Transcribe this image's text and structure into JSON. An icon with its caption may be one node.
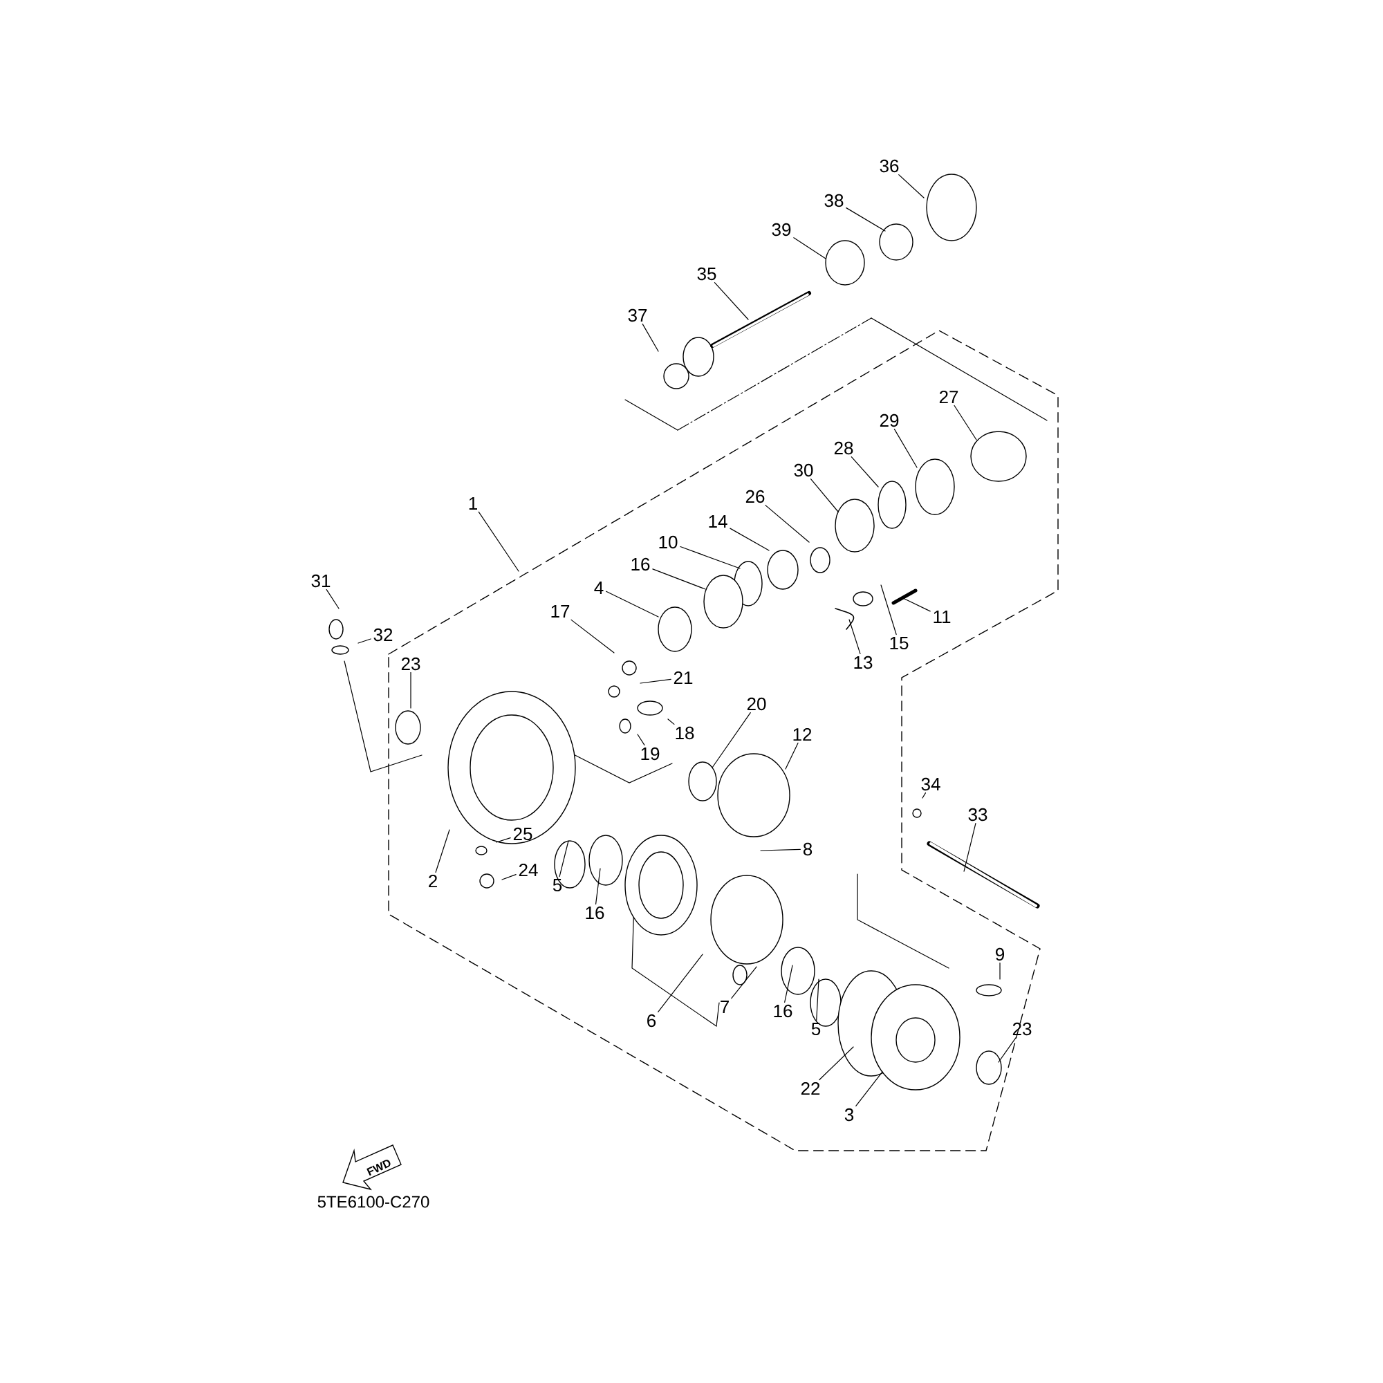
{
  "diagram": {
    "nodes": [
      {
        "text": [
          "36"
        ]
      },
      {
        "text": [
          "38"
        ]
      },
      {
        "text": [
          "39"
        ]
      },
      {
        "text": [
          "35"
        ]
      },
      {
        "text": [
          "37"
        ]
      },
      {
        "text": [
          "27"
        ]
      },
      {
        "text": [
          "29"
        ]
      },
      {
        "text": [
          "28"
        ]
      },
      {
        "text": [
          "30"
        ]
      },
      {
        "text": [
          "1"
        ]
      },
      {
        "text": [
          "26"
        ]
      },
      {
        "text": [
          "14"
        ]
      },
      {
        "text": [
          "10"
        ]
      },
      {
        "text": [
          "16"
        ]
      },
      {
        "text": [
          "4"
        ]
      },
      {
        "text": [
          "17"
        ]
      },
      {
        "text": [
          "31"
        ]
      },
      {
        "text": [
          "11"
        ]
      },
      {
        "text": [
          "32"
        ]
      },
      {
        "text": [
          "15"
        ]
      },
      {
        "text": [
          "23"
        ]
      },
      {
        "text": [
          "13"
        ]
      },
      {
        "text": [
          "21"
        ]
      },
      {
        "text": [
          "20"
        ]
      },
      {
        "text": [
          "18"
        ]
      },
      {
        "text": [
          "12"
        ]
      },
      {
        "text": [
          "19"
        ]
      },
      {
        "text": [
          "34"
        ]
      },
      {
        "text": [
          "33"
        ]
      },
      {
        "text": [
          "25"
        ]
      },
      {
        "text": [
          "8"
        ]
      },
      {
        "text": [
          "24"
        ]
      },
      {
        "text": [
          "2"
        ]
      },
      {
        "text": [
          "5"
        ]
      },
      {
        "text": [
          "16"
        ]
      },
      {
        "text": [
          "9"
        ]
      },
      {
        "text": [
          "7"
        ]
      },
      {
        "text": [
          "16"
        ]
      },
      {
        "text": [
          "6"
        ]
      },
      {
        "text": [
          "5"
        ]
      },
      {
        "text": [
          "23"
        ]
      },
      {
        "text": [
          "22"
        ]
      },
      {
        "text": [
          "3"
        ]
      }
    ],
    "edges": [
      {
        "from": 0,
        "to": null,
        "arrow": "none"
      },
      {
        "from": 1,
        "to": null,
        "arrow": "none"
      },
      {
        "from": 2,
        "to": null,
        "arrow": "none"
      },
      {
        "from": 3,
        "to": null,
        "arrow": "none"
      },
      {
        "from": 4,
        "to": null,
        "arrow": "none"
      },
      {
        "from": 5,
        "to": null,
        "arrow": "none"
      },
      {
        "from": 6,
        "to": null,
        "arrow": "none"
      },
      {
        "from": 7,
        "to": null,
        "arrow": "none"
      },
      {
        "from": 8,
        "to": null,
        "arrow": "none"
      },
      {
        "from": 9,
        "to": null,
        "arrow": "none"
      },
      {
        "from": 10,
        "to": null,
        "arrow": "none"
      },
      {
        "from": 11,
        "to": null,
        "arrow": "none"
      },
      {
        "from": 12,
        "to": null,
        "arrow": "none"
      },
      {
        "from": 13,
        "to": null,
        "arrow": "none"
      },
      {
        "from": 14,
        "to": null,
        "arrow": "none"
      },
      {
        "from": 15,
        "to": null,
        "arrow": "none"
      },
      {
        "from": 16,
        "to": null,
        "arrow": "none"
      },
      {
        "from": 17,
        "to": null,
        "arrow": "none"
      },
      {
        "from": 18,
        "to": null,
        "arrow": "none"
      },
      {
        "from": 19,
        "to": null,
        "arrow": "none"
      },
      {
        "from": 20,
        "to": null,
        "arrow": "none"
      },
      {
        "from": 21,
        "to": null,
        "arrow": "none"
      },
      {
        "from": 22,
        "to": null,
        "arrow": "none"
      },
      {
        "from": 23,
        "to": null,
        "arrow": "none"
      },
      {
        "from": 24,
        "to": null,
        "arrow": "none"
      },
      {
        "from": 25,
        "to": null,
        "arrow": "none"
      },
      {
        "from": 26,
        "to": null,
        "arrow": "none"
      },
      {
        "from": 27,
        "to": null,
        "arrow": "none"
      },
      {
        "from": 28,
        "to": null,
        "arrow": "none"
      },
      {
        "from": 29,
        "to": null,
        "arrow": "none"
      },
      {
        "from": 30,
        "to": null,
        "arrow": "none"
      },
      {
        "from": 31,
        "to": null,
        "arrow": "none"
      },
      {
        "from": 32,
        "to": null,
        "arrow": "none"
      },
      {
        "from": 33,
        "to": null,
        "arrow": "none"
      },
      {
        "from": 34,
        "to": null,
        "arrow": "none"
      },
      {
        "from": 35,
        "to": null,
        "arrow": "none"
      },
      {
        "from": 36,
        "to": null,
        "arrow": "none"
      },
      {
        "from": 37,
        "to": null,
        "arrow": "none"
      },
      {
        "from": 38,
        "to": null,
        "arrow": "none"
      },
      {
        "from": 39,
        "to": null,
        "arrow": "none"
      },
      {
        "from": 40,
        "to": null,
        "arrow": "none"
      },
      {
        "from": 41,
        "to": null,
        "arrow": "none"
      },
      {
        "from": 42,
        "to": null,
        "arrow": "none"
      }
    ],
    "labels": [
      "FWD",
      "5TE6100-C270"
    ]
  }
}
